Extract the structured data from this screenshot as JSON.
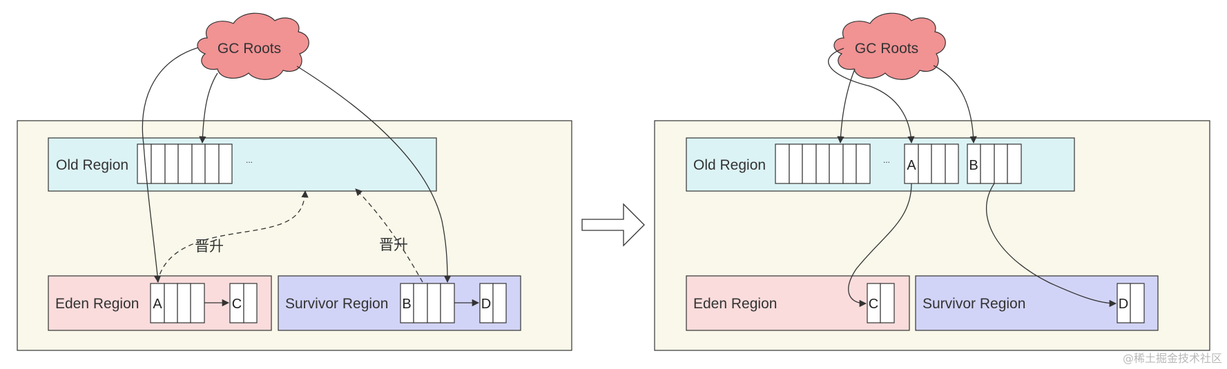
{
  "colors": {
    "heap_bg": "#f9f8ea",
    "old_region": "#dcf3f5",
    "eden_region": "#fadcdc",
    "survivor_region": "#d2d4f7",
    "gc_roots_cloud": "#f19293",
    "stroke": "#333333"
  },
  "left": {
    "gc_roots": "GC Roots",
    "old_region": "Old Region",
    "eden_region": "Eden Region",
    "survivor_region": "Survivor Region",
    "ellipsis": "...",
    "promote_label_1": "晋升",
    "promote_label_2": "晋升",
    "obj_a": "A",
    "obj_b": "B",
    "obj_c": "C",
    "obj_d": "D"
  },
  "right": {
    "gc_roots": "GC Roots",
    "old_region": "Old Region",
    "eden_region": "Eden Region",
    "survivor_region": "Survivor Region",
    "ellipsis": "...",
    "obj_a": "A",
    "obj_b": "B",
    "obj_c": "C",
    "obj_d": "D"
  },
  "transition_icon": "arrow-right-icon",
  "watermark": "@稀土掘金技术社区"
}
